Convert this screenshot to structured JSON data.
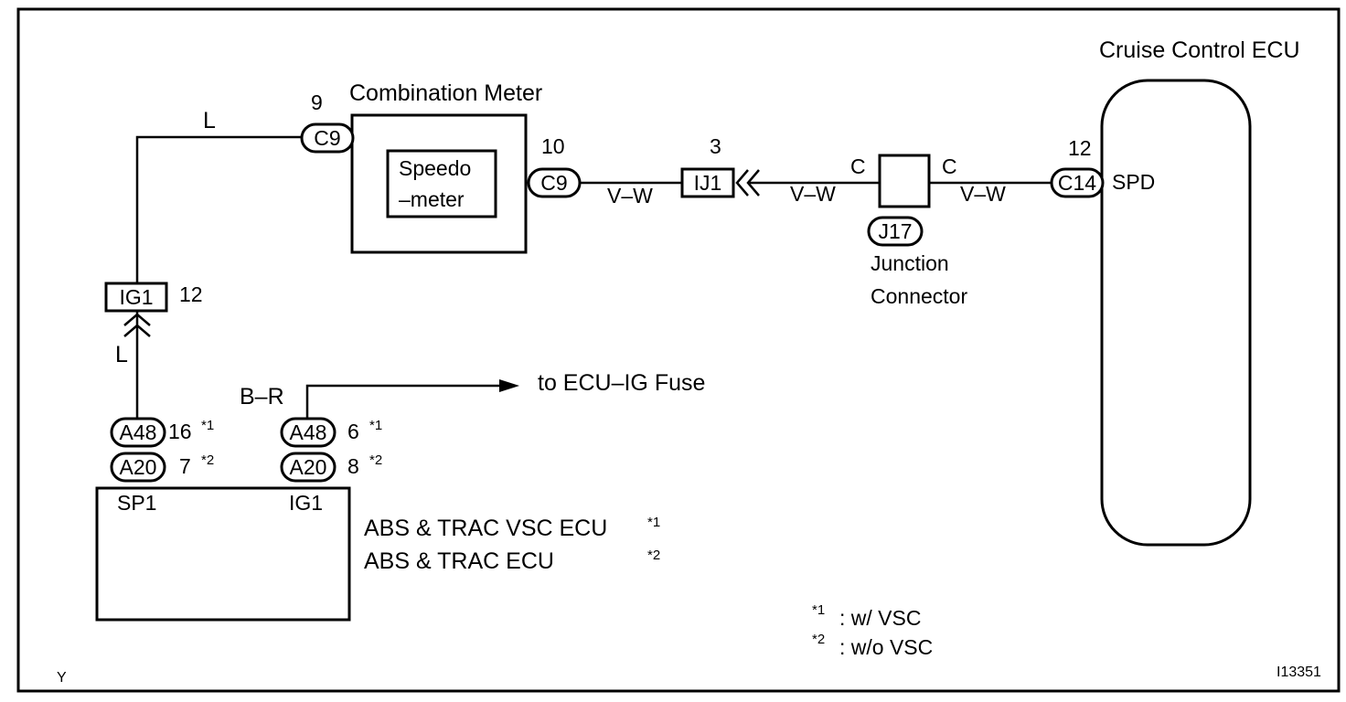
{
  "components": {
    "cruise_ecu": {
      "title": "Cruise Control ECU",
      "terminal": "SPD"
    },
    "combination_meter": {
      "title": "Combination Meter",
      "speedo_line1": "Speedo",
      "speedo_line2": "–meter"
    },
    "junction": {
      "title_line1": "Junction",
      "title_line2": "Connector",
      "connector": "J17",
      "left_pin": "C",
      "right_pin": "C"
    },
    "abs_ecu": {
      "name_vsc": "ABS & TRAC VSC ECU",
      "name_no_vsc": "ABS & TRAC ECU",
      "mark_vsc": "*1",
      "mark_no_vsc": "*2",
      "terminal_left": "SP1",
      "terminal_right": "IG1"
    }
  },
  "connectors": {
    "c9_top": {
      "id": "C9",
      "pin": "9"
    },
    "c9_right": {
      "id": "C9",
      "pin": "10"
    },
    "ij1": {
      "id": "IJ1",
      "pin": "3"
    },
    "ig1": {
      "id": "IG1",
      "pin": "12"
    },
    "c14": {
      "id": "C14",
      "pin": "12"
    },
    "a48_left": {
      "id": "A48",
      "pin": "16",
      "mark": "*1"
    },
    "a20_left": {
      "id": "A20",
      "pin": "7",
      "mark": "*2"
    },
    "a48_right": {
      "id": "A48",
      "pin": "6",
      "mark": "*1"
    },
    "a20_right": {
      "id": "A20",
      "pin": "8",
      "mark": "*2"
    }
  },
  "wires": {
    "top_left": "L",
    "left_lower": "L",
    "meter_to_ij1": "V–W",
    "ij1_to_junction": "V–W",
    "junction_to_ecu": "V–W",
    "fuse_wire": "B–R"
  },
  "fuse_label": "to ECU–IG Fuse",
  "legend": {
    "items": [
      {
        "mark": "*1",
        "text": ": w/ VSC"
      },
      {
        "mark": "*2",
        "text": ": w/o VSC"
      }
    ]
  },
  "corner": {
    "left": "Y",
    "right": "I13351"
  }
}
